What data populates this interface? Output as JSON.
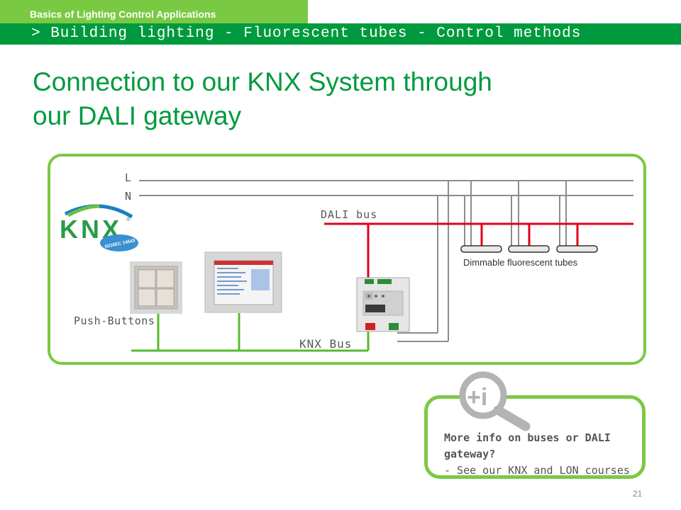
{
  "header": {
    "section_tab": "Basics of Lighting Control Applications",
    "breadcrumb": "> Building lighting - Fluorescent tubes - Control methods"
  },
  "title": {
    "line1": "Connection to our KNX System through",
    "line2": "our DALI gateway"
  },
  "diagram": {
    "line_l": "L",
    "line_n": "N",
    "dali_bus": "DALI bus",
    "knx_bus": "KNX Bus",
    "push_buttons": "Push-Buttons",
    "tubes_label": "Dimmable fluorescent tubes",
    "logo": {
      "text": "KNX",
      "registered": "®",
      "badge": "ISO/IEC 14543"
    }
  },
  "info": {
    "question": "More info on buses or DALI gateway?",
    "answer": "- See our KNX and LON courses"
  },
  "page_number": "21",
  "colors": {
    "light_green": "#7ac943",
    "dark_green": "#009a3e",
    "title_green": "#009a3e",
    "dali_red": "#e2001a",
    "knx_green": "#5ab92e",
    "power_grey": "#8c8c8c"
  }
}
